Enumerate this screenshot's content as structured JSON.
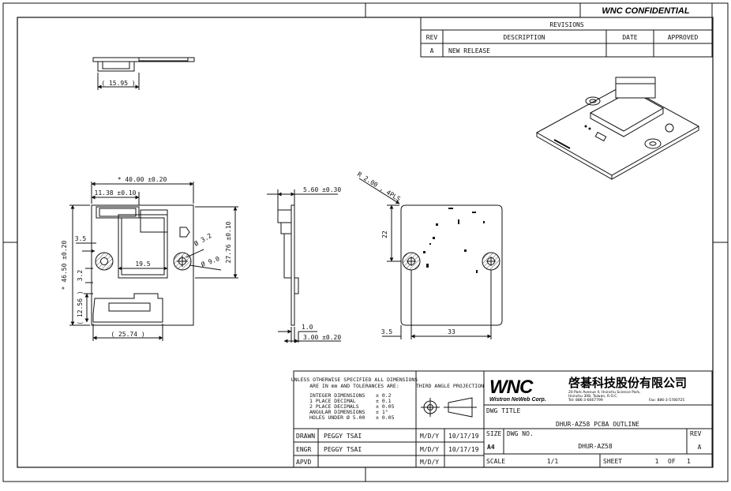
{
  "header": {
    "confidential": "WNC CONFIDENTIAL"
  },
  "revisions": {
    "title": "REVISIONS",
    "columns": [
      "REV",
      "DESCRIPTION",
      "DATE",
      "APPROVED"
    ],
    "rows": [
      {
        "rev": "A",
        "description": "NEW RELEASE",
        "date": "",
        "approved": ""
      }
    ]
  },
  "dims": {
    "side_top_width": "( 15.95 )",
    "overall_width": "* 40.00 ±0.20",
    "width_1138": "11.38 ±0.10",
    "height_4650": "* 46.50 ±0.20",
    "height_2776": "27.76 ±0.10",
    "left_35": "3.5",
    "left_32": "3.2",
    "height_1256": "( 12.56 )",
    "width_2574": "( 25.74 )",
    "hole_32": "Ø 3.2",
    "hole_90": "Ø 9.0",
    "inner_195": "19.5",
    "side_thick": "5.60 ±0.30",
    "side_10": "1.0",
    "side_300": "3.00 ±0.20",
    "radius": "R 2.00 , 4PLS",
    "back_22": "22",
    "back_35": "3.5",
    "back_33": "33"
  },
  "title_block": {
    "tolerance": {
      "line1": "UNLESS OTHERWISE SPECIFIED ALL DIMENSIONS",
      "line2": "ARE IN mm AND TOLERANCES ARE:",
      "rows": [
        {
          "label": "INTEGER DIMENSIONS",
          "value": "± 0.2"
        },
        {
          "label": "1 PLACE DECIMAL",
          "value": "± 0.1"
        },
        {
          "label": "2 PLACE DECIMALS",
          "value": "± 0.05"
        },
        {
          "label": "ANGULAR DIMENSIONS",
          "value": "± 1°"
        },
        {
          "label": "HOLES UNDER Ø 5.00",
          "value": "± 0.05"
        }
      ]
    },
    "projection": "THIRD ANGLE PROJECTION",
    "company": {
      "logo": "WNC",
      "subtitle": "Wistron NeWeb Corp.",
      "chinese": "啓碁科技股份有限公司",
      "address": "20 Park Avenue II, Hsinchu Science Park,",
      "address2": "Hsinchu 308, Taiwan, R.O.C.",
      "tel": "Tel: 886-3-6667799",
      "fax": "Fax: 886-3-5780725"
    },
    "dwg_title_label": "DWG TITLE",
    "dwg_title": "DHUR-AZ58 PCBA OUTLINE",
    "size_label": "SIZE",
    "size": "A4",
    "dwg_no_label": "DWG NO.",
    "dwg_no": "DHUR-AZ58",
    "rev_label": "REV",
    "rev": "A",
    "scale_label": "SCALE",
    "scale": "1/1",
    "sheet_label": "SHEET",
    "sheet": "1",
    "of_label": "OF",
    "of": "1",
    "signoffs": [
      {
        "role": "DRAWN",
        "name": "PEGGY TSAI",
        "fmt": "M/D/Y",
        "date": "10/17/19"
      },
      {
        "role": "ENGR",
        "name": "PEGGY TSAI",
        "fmt": "M/D/Y",
        "date": "10/17/19"
      },
      {
        "role": "APVD",
        "name": "",
        "fmt": "M/D/Y",
        "date": ""
      }
    ]
  }
}
